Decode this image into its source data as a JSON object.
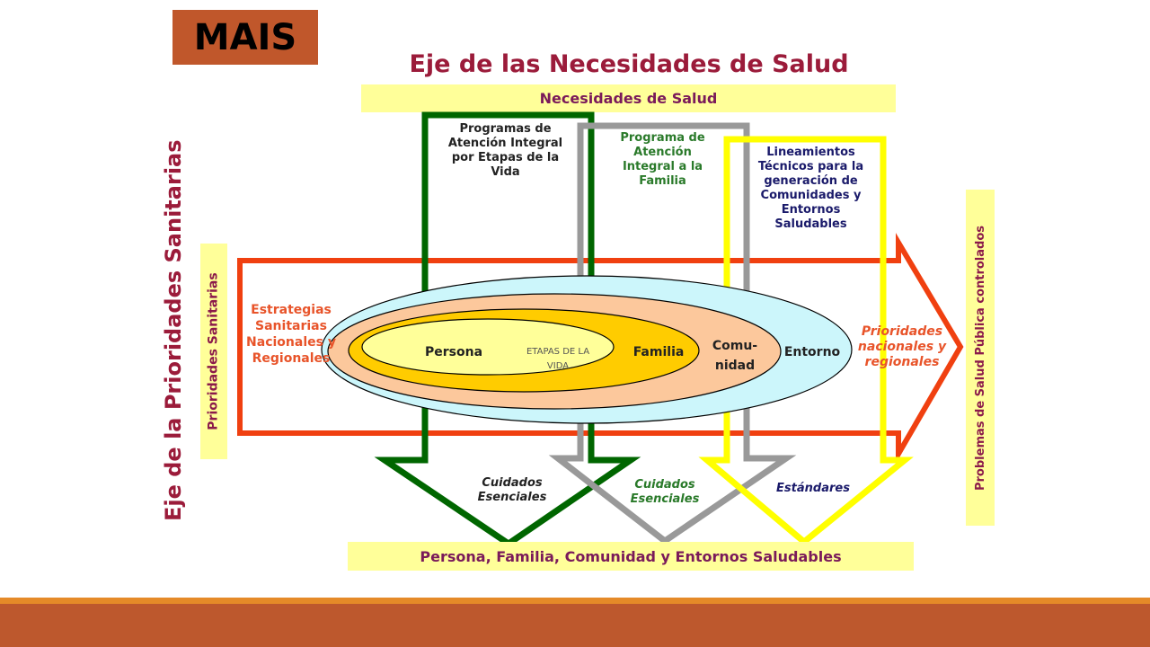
{
  "logo": "MAIS",
  "title": "Eje de las Necesidades de Salud",
  "side_title": "Eje de la Prioridades Sanitarias",
  "top_band": "Necesidades de Salud",
  "bottom_band": "Persona, Familia, Comunidad y Entornos Saludables",
  "left_band": "Prioridades Sanitarias",
  "right_band": "Problemas de Salud Pública controlados",
  "programs": {
    "p1": "Programas de Atención Integral por Etapas de la Vida",
    "p2": "Programa de Atención Integral a la Familia",
    "p3": "Lineamientos Técnicos para la generación de Comunidades y Entornos Saludables"
  },
  "left_text": "Estrategias Sanitarias Nacionales y Regionales",
  "right_text": "Prioridades nacionales y regionales",
  "ellipses": {
    "persona": "Persona",
    "etapas": "ETAPAS DE LA VIDA",
    "familia": "Familia",
    "comunidad": "Comu- nidad",
    "entorno": "Entorno"
  },
  "outputs": {
    "o1": "Cuidados Esenciales",
    "o2": "Cuidados Esenciales",
    "o3": "Estándares"
  },
  "colors": {
    "green": "#006600",
    "gray": "#999999",
    "yellow": "#ffff00",
    "orange_red": "#f04010",
    "accent": "#c0572b"
  }
}
